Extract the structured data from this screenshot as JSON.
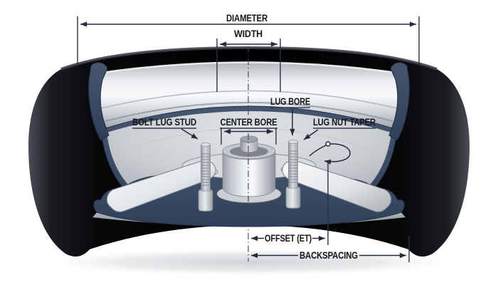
{
  "diagram": {
    "title": "wheel-rim-cross-section-diagram",
    "labels": {
      "diameter": "DIAMETER",
      "width": "WIDTH",
      "bolt_lug_stud": "BOLT LUG STUD",
      "center_bore": "CENTER BORE",
      "lug_bore": "LUG BORE",
      "lug_nut_taper": "LUG NUT TAPER",
      "offset": "OFFSET (ET)",
      "backspacing": "BACKSPACING"
    },
    "colors": {
      "annotation_line": "#222c3b",
      "label_text": "#16181c",
      "tire_rubber": "#0a0b0d",
      "rim_cut_section": "#3a4a64",
      "rim_barrel_silver": "#eef0f3",
      "wheel_dish_gray": "#b9bec4",
      "background": "#ffffff"
    }
  }
}
